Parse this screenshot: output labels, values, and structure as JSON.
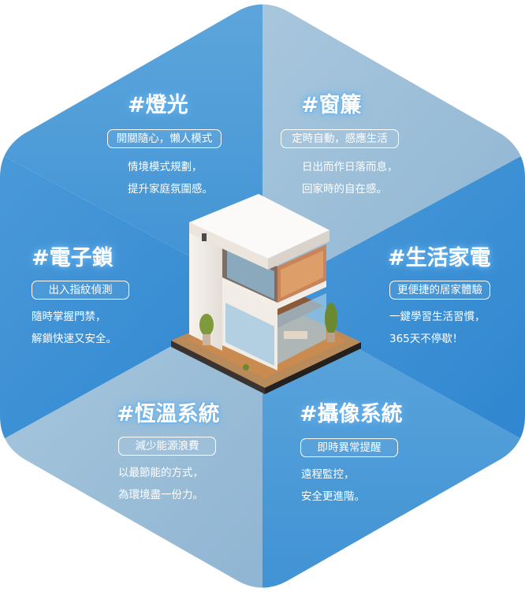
{
  "colors": {
    "dark": "#3b8fd1",
    "mid": "#5aa1d8",
    "light": "#9fc0d9",
    "white": "#ffffff"
  },
  "segments": {
    "light": {
      "title": "#燈光",
      "tag": "開關隨心，懶人模式",
      "lines": [
        "情境模式規劃，",
        "提升家庭氛圍感。"
      ]
    },
    "curtain": {
      "title": "#窗簾",
      "tag": "定時自動，感應生活",
      "lines": [
        "日出而作日落而息，",
        "回家時的自在感。"
      ]
    },
    "lock": {
      "title": "#電子鎖",
      "tag": "出入指紋偵測",
      "lines": [
        "隨時掌握門禁，",
        "解鎖快速又安全。"
      ]
    },
    "appliance": {
      "title": "#生活家電",
      "tag": "更便捷的居家體驗",
      "lines": [
        "一鍵學習生活習慣，",
        "365天不停歇！"
      ]
    },
    "thermo": {
      "title": "#恆溫系統",
      "tag": "減少能源浪費",
      "lines": [
        "以最節能的方式，",
        "為環境盡一份力。"
      ]
    },
    "camera": {
      "title": "#攝像系統",
      "tag": "即時異常提醒",
      "lines": [
        "遠程監控，",
        "安全更進階。"
      ]
    }
  },
  "center_image": {
    "icon": "isometric-house-illustration"
  }
}
